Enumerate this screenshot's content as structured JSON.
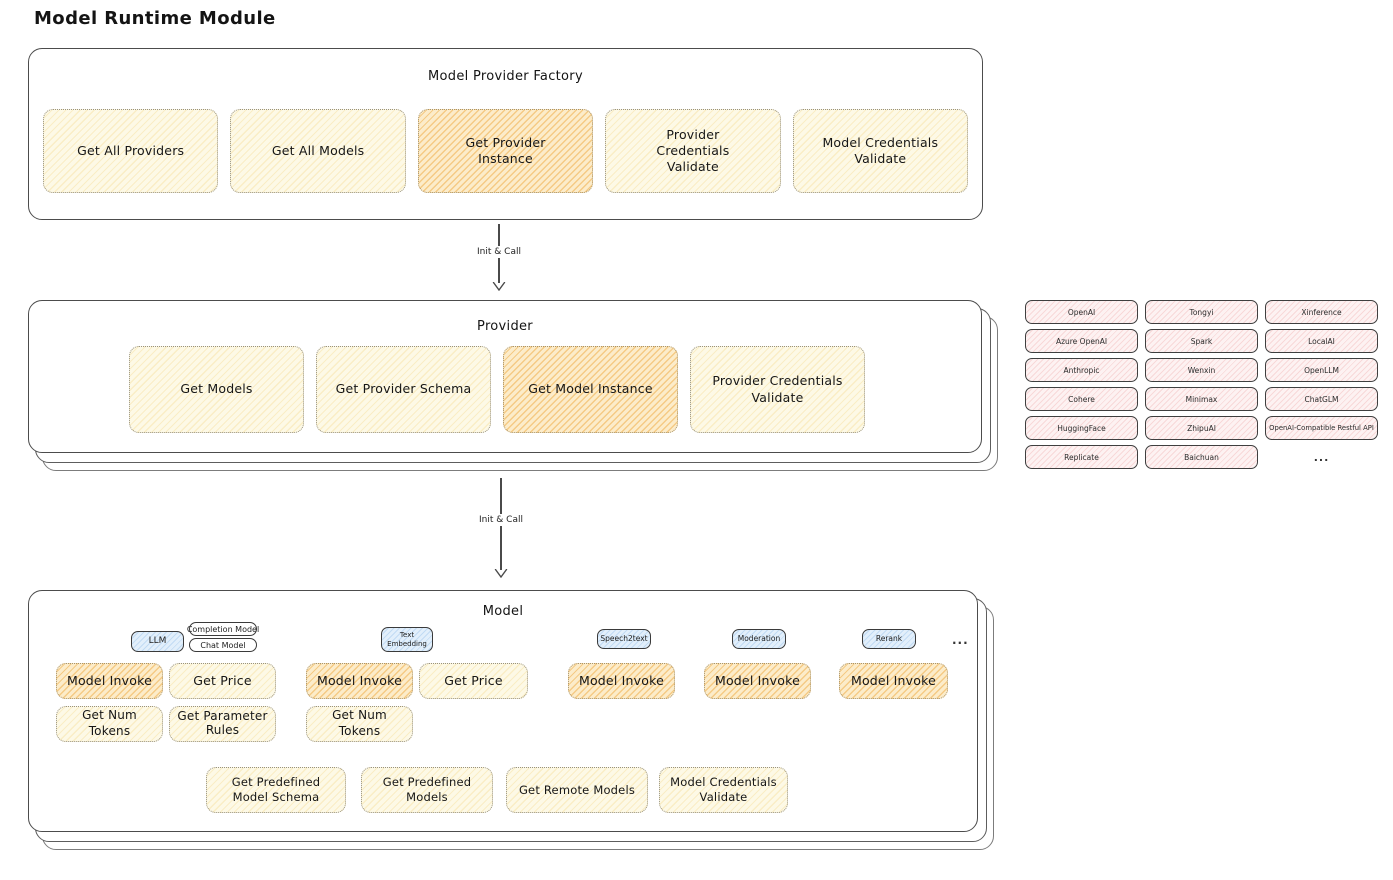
{
  "title": "Model Runtime Module",
  "arrows": [
    {
      "label": "Init & Call"
    },
    {
      "label": "Init & Call"
    }
  ],
  "factory": {
    "title": "Model Provider Factory",
    "items": [
      {
        "label": "Get All Providers",
        "highlighted": false
      },
      {
        "label": "Get All Models",
        "highlighted": false
      },
      {
        "label": "Get Provider Instance",
        "highlighted": true
      },
      {
        "label": "Provider Credentials Validate",
        "highlighted": false
      },
      {
        "label": "Model Credentials Validate",
        "highlighted": false
      }
    ]
  },
  "provider": {
    "title": "Provider",
    "items": [
      {
        "label": "Get Models",
        "highlighted": false
      },
      {
        "label": "Get Provider Schema",
        "highlighted": false
      },
      {
        "label": "Get Model Instance",
        "highlighted": true
      },
      {
        "label": "Provider Credentials Validate",
        "highlighted": false
      }
    ]
  },
  "providers_grid": {
    "rows": [
      [
        "OpenAI",
        "Tongyi",
        "Xinference"
      ],
      [
        "Azure OpenAI",
        "Spark",
        "LocalAI"
      ],
      [
        "Anthropic",
        "Wenxin",
        "OpenLLM"
      ],
      [
        "Cohere",
        "Minimax",
        "ChatGLM"
      ],
      [
        "HuggingFace",
        "ZhipuAI",
        "OpenAI-Compatible Restful API"
      ],
      [
        "Replicate",
        "Baichuan",
        "..."
      ]
    ]
  },
  "model": {
    "title": "Model",
    "tags": {
      "llm": "LLM",
      "completion_model": "Completion Model",
      "chat_model": "Chat Model",
      "text_embedding": "Text Embedding",
      "speech2text": "Speech2text",
      "moderation": "Moderation",
      "rerank": "Rerank",
      "ellipsis": "..."
    },
    "ops": {
      "model_invoke": "Model Invoke",
      "get_price": "Get Price",
      "get_num_tokens": "Get Num Tokens",
      "get_parameter_rules": "Get Parameter Rules"
    },
    "bottom_items": [
      "Get Predefined Model Schema",
      "Get Predefined Models",
      "Get Remote Models",
      "Model Credentials Validate"
    ]
  },
  "colors": {
    "yellow_fill": "#fdf9e6",
    "orange_fill": "#fcecca",
    "pink_fill": "#fdf2f2",
    "blue_fill": "#e2effb",
    "outline": "#4c4c4c"
  }
}
